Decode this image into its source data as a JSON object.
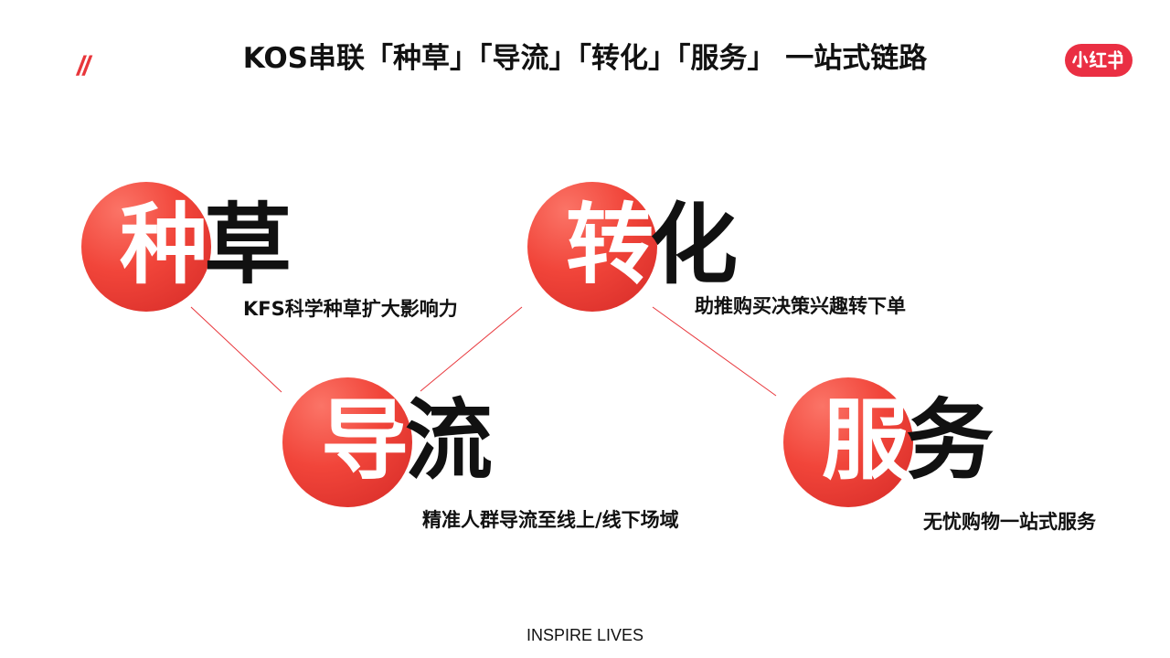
{
  "header": {
    "quote_mark": "//",
    "title": "KOS串联「种草」「导流」「转化」「服务」 一站式链路",
    "logo_text": "小红书",
    "accent_color": "#e8363b"
  },
  "stages": [
    {
      "first_char": "种",
      "second_char": "草",
      "description": "KFS科学种草扩大影响力"
    },
    {
      "first_char": "转",
      "second_char": "化",
      "description": "助推购买决策兴趣转下单"
    },
    {
      "first_char": "导",
      "second_char": "流",
      "description": "精准人群导流至线上/线下场域"
    },
    {
      "first_char": "服",
      "second_char": "务",
      "description": "无忧购物一站式服务"
    }
  ],
  "footer": {
    "text": "INSPIRE LIVES"
  }
}
